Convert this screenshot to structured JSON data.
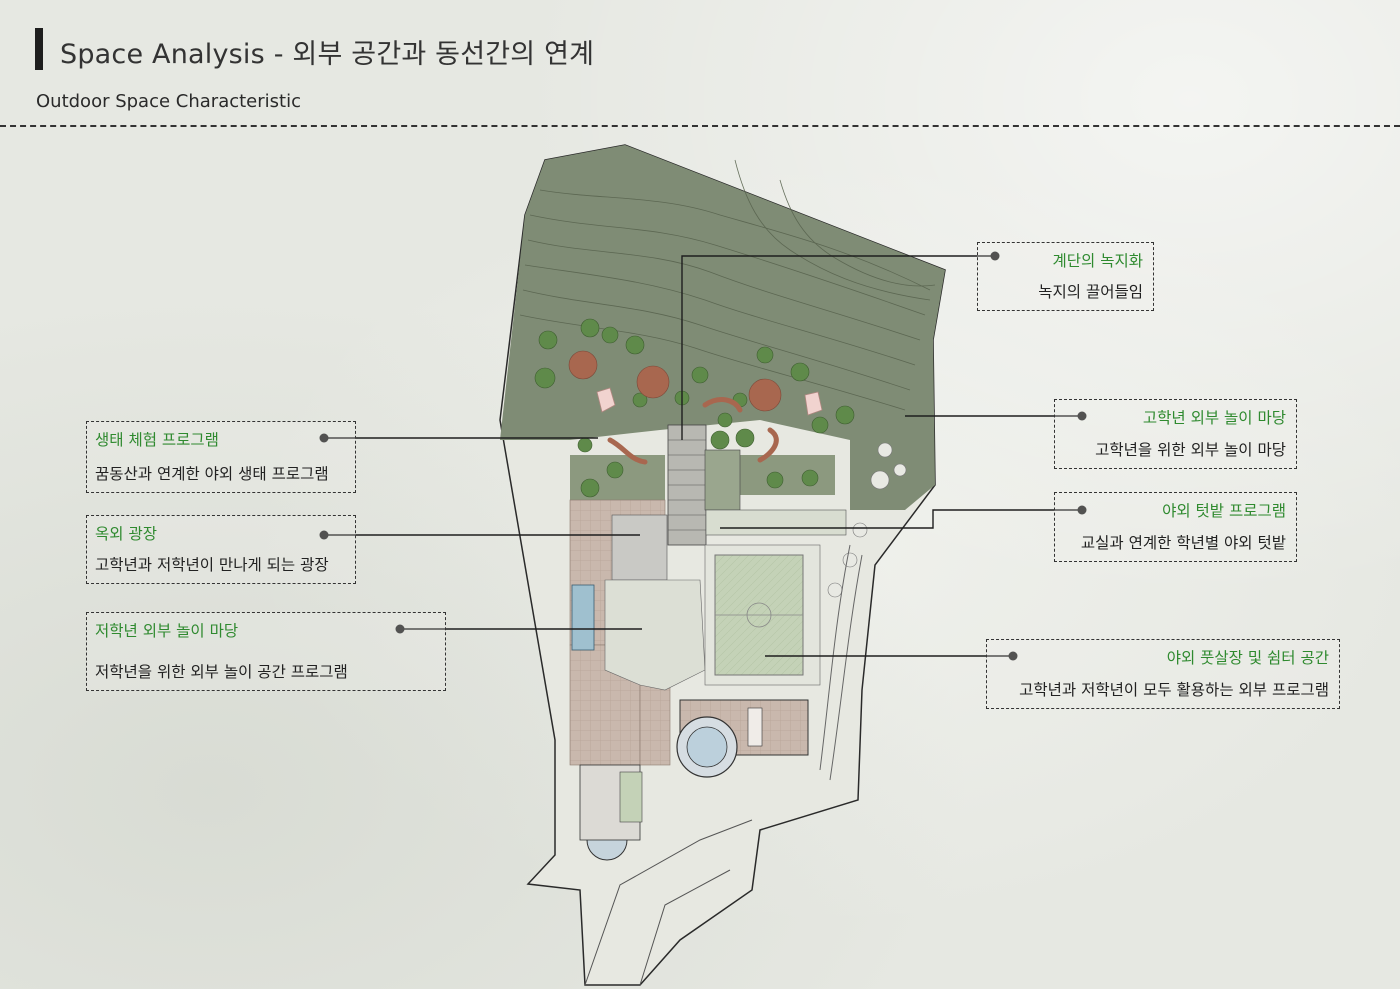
{
  "header": {
    "title_en": "Space Analysis",
    "title_sep": " - ",
    "title_ko": "외부 공간과 동선간의 연계",
    "subtitle": "Outdoor Space Characteristic"
  },
  "callouts": {
    "stairs_greening": {
      "title": "계단의 녹지화",
      "desc": "녹지의 끌어들임"
    },
    "upper_play_yard": {
      "title": "고학년 외부 놀이 마당",
      "desc": "고학년을 위한 외부 놀이 마당"
    },
    "outdoor_garden": {
      "title": "야외 텃밭 프로그램",
      "desc": "교실과 연계한 학년별 야외 텃밭"
    },
    "futsal_shelter": {
      "title": "야외 풋살장 및 쉼터 공간",
      "desc": "고학년과 저학년이 모두 활용하는 외부 프로그램"
    },
    "eco_program": {
      "title": "생태 체험 프로그램",
      "desc": "꿈동산과 연계한 야외 생태 프로그램"
    },
    "outdoor_plaza": {
      "title": "옥외 광장",
      "desc": "고학년과 저학년이 만나게 되는 광장"
    },
    "lower_play_yard": {
      "title": "저학년 외부 놀이 마당",
      "desc": "저학년을 위한 외부 놀이 공간 프로그램"
    }
  },
  "colors": {
    "green_text": "#2f8a2f",
    "vegetation": "#7f8c75",
    "tree": "#5f8a4a",
    "umbrella": "#a8674f"
  }
}
